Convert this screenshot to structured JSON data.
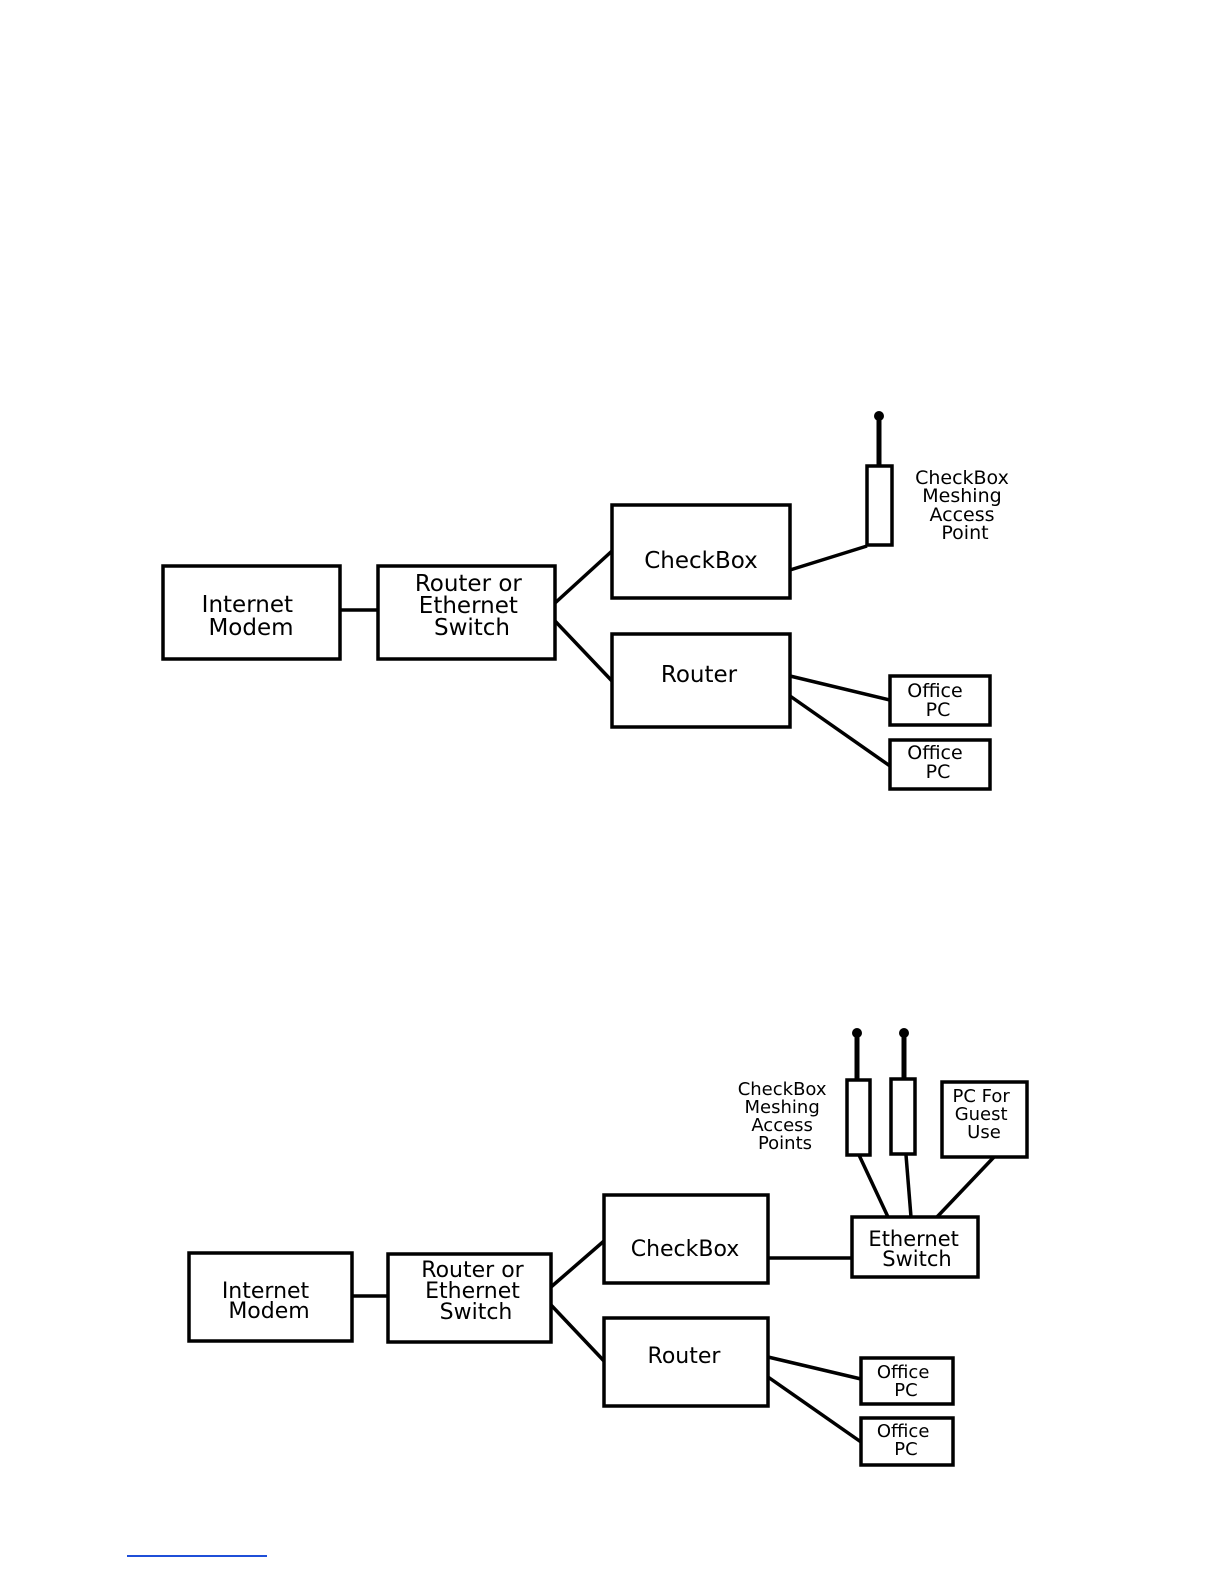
{
  "diagrams": [
    {
      "nodes": {
        "modem": [
          "Internet",
          "Modem"
        ],
        "switch": [
          "Router or",
          "Ethernet",
          "Switch"
        ],
        "checkbox": [
          "CheckBox"
        ],
        "router": [
          "Router"
        ],
        "ap_label": [
          "CheckBox",
          "Meshing",
          "Access",
          "Point"
        ],
        "pc1": [
          "Office",
          "PC"
        ],
        "pc2": [
          "Office",
          "PC"
        ]
      }
    },
    {
      "nodes": {
        "modem": [
          "Internet",
          "Modem"
        ],
        "switch": [
          "Router or",
          "Ethernet",
          "Switch"
        ],
        "checkbox": [
          "CheckBox"
        ],
        "router": [
          "Router"
        ],
        "eth_switch": [
          "Ethernet",
          "Switch"
        ],
        "guest_pc": [
          "PC For",
          "Guest",
          "Use"
        ],
        "ap_label": [
          "CheckBox",
          "Meshing",
          "Access",
          "Points"
        ],
        "pc1": [
          "Office",
          "PC"
        ],
        "pc2": [
          "Office",
          "PC"
        ]
      }
    }
  ],
  "colors": {
    "line": "#000000",
    "background": "#ffffff",
    "link_underline": "#1f4fd8"
  }
}
